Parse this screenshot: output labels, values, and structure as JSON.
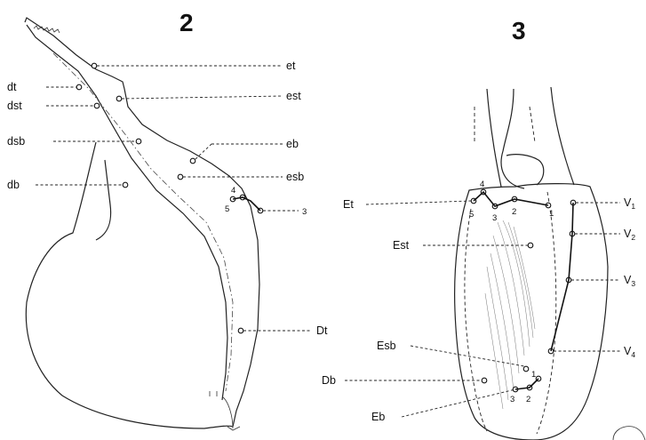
{
  "figures": [
    {
      "number": "2"
    },
    {
      "number": "3"
    }
  ],
  "fig2_labels": {
    "et": "et",
    "dt": "dt",
    "est": "est",
    "dst": "dst",
    "dsb": "dsb",
    "eb": "eb",
    "esb": "esb",
    "db": "db",
    "dt_upper": "Dt",
    "t3": "3"
  },
  "fig2_cluster": [
    "4",
    "5"
  ],
  "fig3_labels": {
    "Et": "Et",
    "Est": "Est",
    "Esb": "Esb",
    "Db": "Db",
    "Eb": "Eb"
  },
  "fig3_et_numbers": [
    "5",
    "4",
    "3",
    "2",
    "1"
  ],
  "fig3_esb_number": "1",
  "fig3_eb_numbers": [
    "3",
    "2"
  ],
  "fig3_v_labels": [
    {
      "base": "V",
      "sub": "1"
    },
    {
      "base": "V",
      "sub": "2"
    },
    {
      "base": "V",
      "sub": "3"
    },
    {
      "base": "V",
      "sub": "4"
    }
  ]
}
